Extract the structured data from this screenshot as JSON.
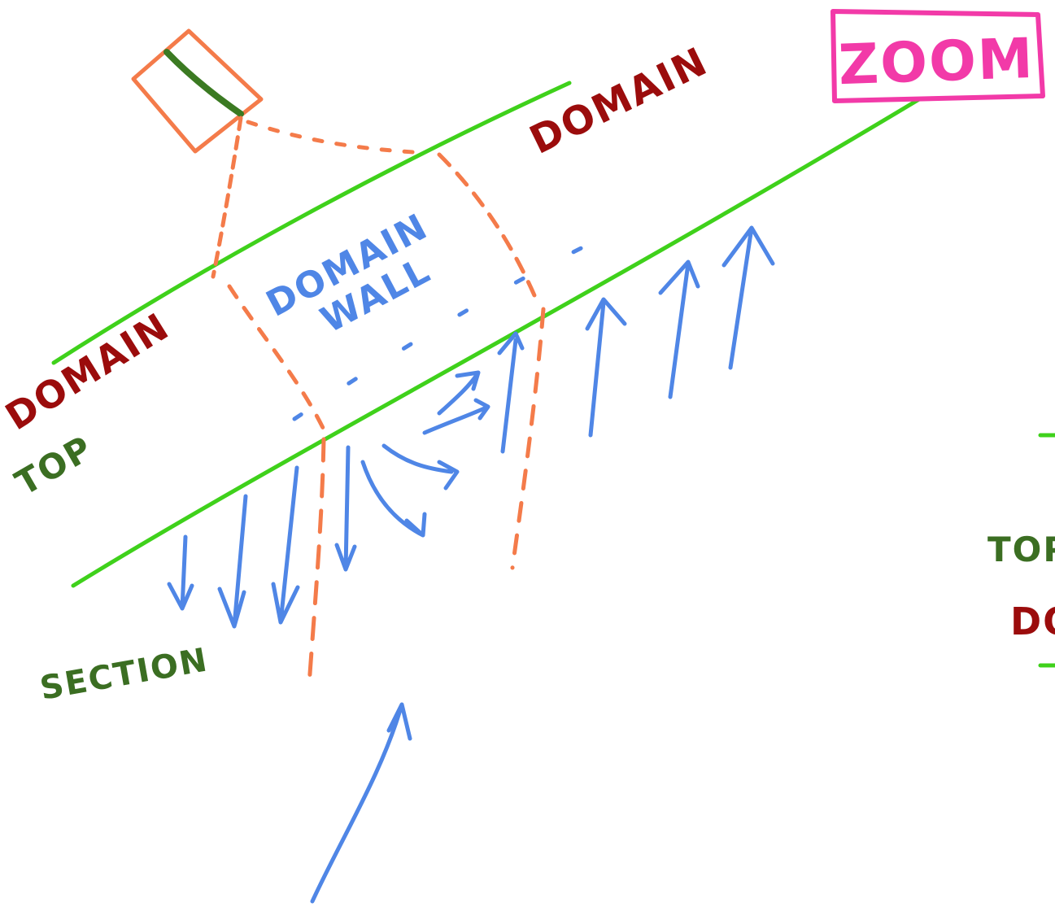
{
  "labels": {
    "zoom": "ZOOM",
    "domain_upper": "DOMAIN",
    "domain_left": "DOMAIN",
    "top_left": "TOP",
    "domain_wall_line1": "DOMAIN",
    "domain_wall_line2": "WALL",
    "section": "SECTION",
    "top_right_cut": "TOP",
    "domain_right_cut": "DO"
  },
  "colors": {
    "domain_line": "#3fd11b",
    "domain_text": "#9b0c0c",
    "top_text": "#3b6e22",
    "spin_arrows": "#4f86e6",
    "wall_outline": "#f47b4a",
    "zoom_box": "#f23aa8",
    "tip_mark": "#3b7a22"
  }
}
